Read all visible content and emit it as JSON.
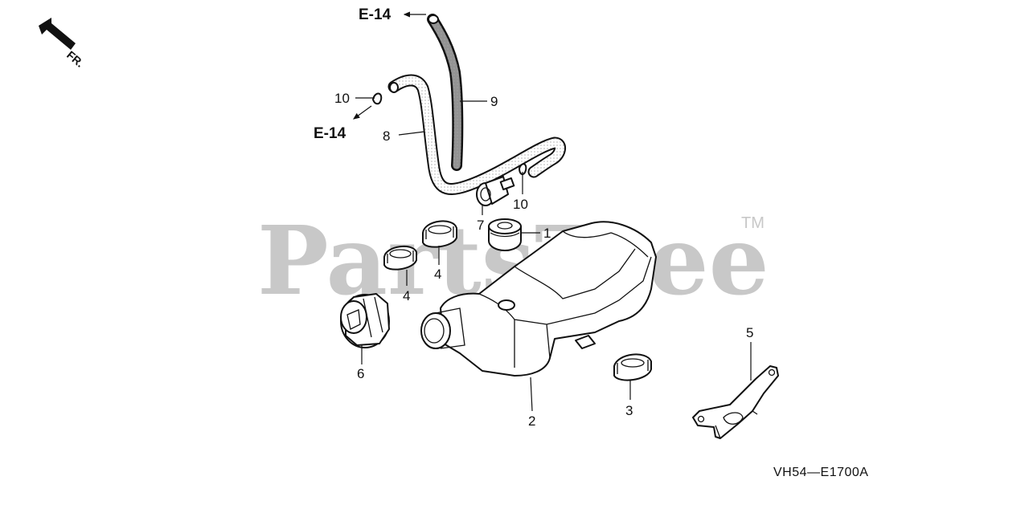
{
  "watermark": {
    "text": "PartsTree",
    "trademark": "TM"
  },
  "direction_label": "FR.",
  "diagram_code": "VH54—E1700A",
  "references": {
    "top": "E-14",
    "left": "E-14"
  },
  "callouts": {
    "c1": "1",
    "c2": "2",
    "c3": "3",
    "c4a": "4",
    "c4b": "4",
    "c5": "5",
    "c6": "6",
    "c7": "7",
    "c8": "8",
    "c9": "9",
    "c10a": "10",
    "c10b": "10"
  }
}
